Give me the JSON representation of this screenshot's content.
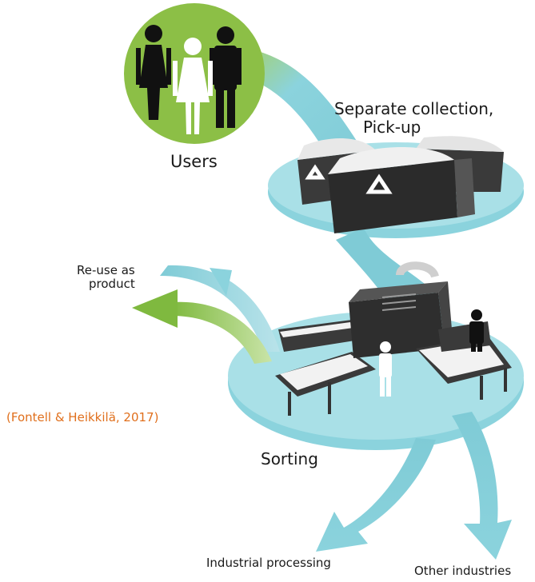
{
  "labels": {
    "users": "Users",
    "collection_line1": "Separate collection,",
    "collection_line2": "Pick-up",
    "reuse_line1": "Re-use as",
    "reuse_line2": "product",
    "sorting": "Sorting",
    "industrial_processing": "Industrial processing",
    "other_industries": "Other industries"
  },
  "citation": "(Fontell & Heikkilä, 2017)",
  "colors": {
    "users_circle": "#8cbf46",
    "flow_arrow": "#8bd3dd",
    "reuse_arrow": "#80b941",
    "platform": "#8bd3dd",
    "citation": "#e06f1c"
  },
  "icons": [
    "people-icon",
    "recycle-bin-icon",
    "sorting-machine-icon",
    "worker-icon"
  ]
}
